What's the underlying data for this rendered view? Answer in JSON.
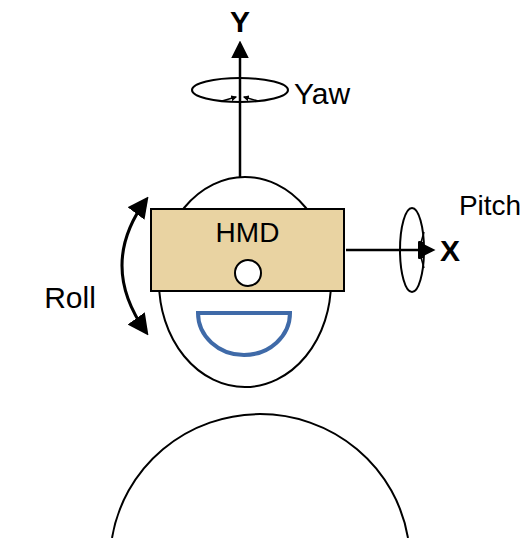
{
  "diagram": {
    "nodes": [
      {
        "text": [
          "HMD"
        ]
      }
    ],
    "labels": [
      "Y",
      "Yaw",
      "Pitch",
      "Roll",
      "X"
    ]
  }
}
